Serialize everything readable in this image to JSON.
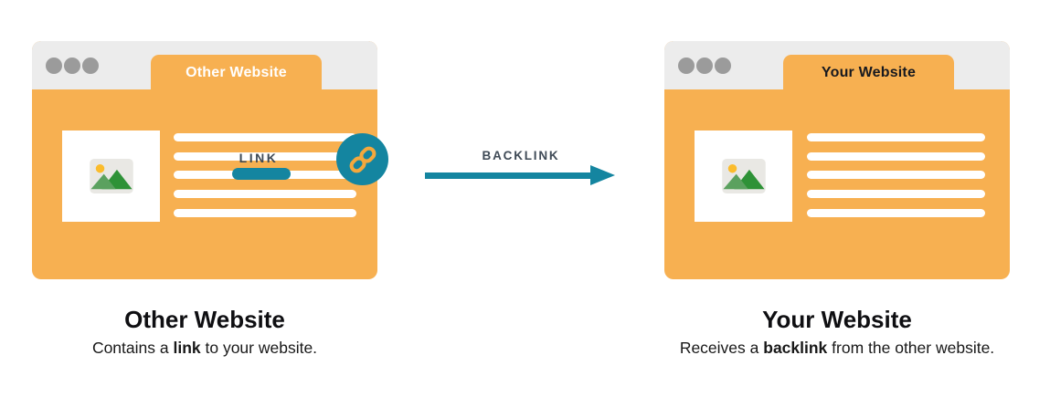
{
  "colors": {
    "orange": "#F7B051",
    "orange_dark_bevel": "#E9A33C",
    "teal": "#1485A0",
    "header_gray": "#ECECEC",
    "dot_gray": "#9B9B9B",
    "label_slate": "#3F4A56",
    "caption_black": "#0f0f12",
    "icon_chip_gray": "#E9E8E4",
    "sun_yellow": "#FBBC2C",
    "mountain_light_green": "#5BA15F",
    "mountain_dark_green": "#2E9237",
    "chain_orange": "#F4A83C",
    "white": "#FFFFFF"
  },
  "icons": {
    "window_dots": "three gray circles",
    "image_icon": "photo placeholder (sun + mountains)",
    "chain_link_icon": "two interlocked link loops",
    "arrow_right_icon": "solid right-pointing triangle"
  },
  "left_window": {
    "tab_label": "Other Website",
    "dots_count": 3,
    "text_line_count": 5,
    "link_label": "LINK"
  },
  "arrow": {
    "label": "BACKLINK"
  },
  "right_window": {
    "tab_label": "Your Website",
    "dots_count": 3,
    "text_line_count": 5
  },
  "captions": {
    "left": {
      "title": "Other Website",
      "pre": "Contains a ",
      "bold": "link",
      "post": " to your website."
    },
    "right": {
      "title": "Your Website",
      "pre": "Receives a ",
      "bold": "backlink",
      "post": " from the other website."
    }
  }
}
